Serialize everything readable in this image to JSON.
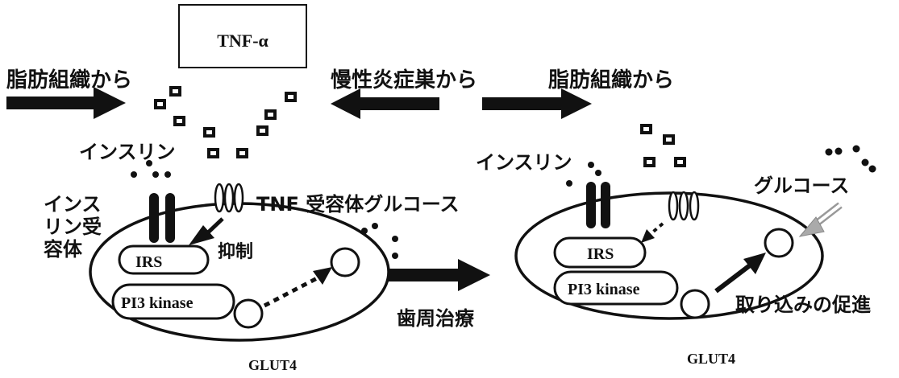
{
  "labels": {
    "tnf_alpha": "TNF-α",
    "from_adipose_left": "脂肪組織から",
    "from_chronic_inflammation": "慢性炎症巣から",
    "from_adipose_right": "脂肪組織から",
    "insulin_left": "インスリン",
    "insulin_receptor_line1": "インス",
    "insulin_receptor_line2": "リン受",
    "insulin_receptor_line3": "容体",
    "tnf_receptor_glucose": "TNF 受容体グルコース",
    "inhibition": "抑制",
    "irs_left": "IRS",
    "pi3_left": "PI3 kinase",
    "glut4_left": "GLUT4",
    "periodontal_treatment": "歯周治療",
    "insulin_right": "インスリン",
    "glucose_right": "グルコース",
    "irs_right": "IRS",
    "pi3_right": "PI3 kinase",
    "uptake_promotion": "取り込みの促進",
    "glut4_right": "GLUT4"
  }
}
